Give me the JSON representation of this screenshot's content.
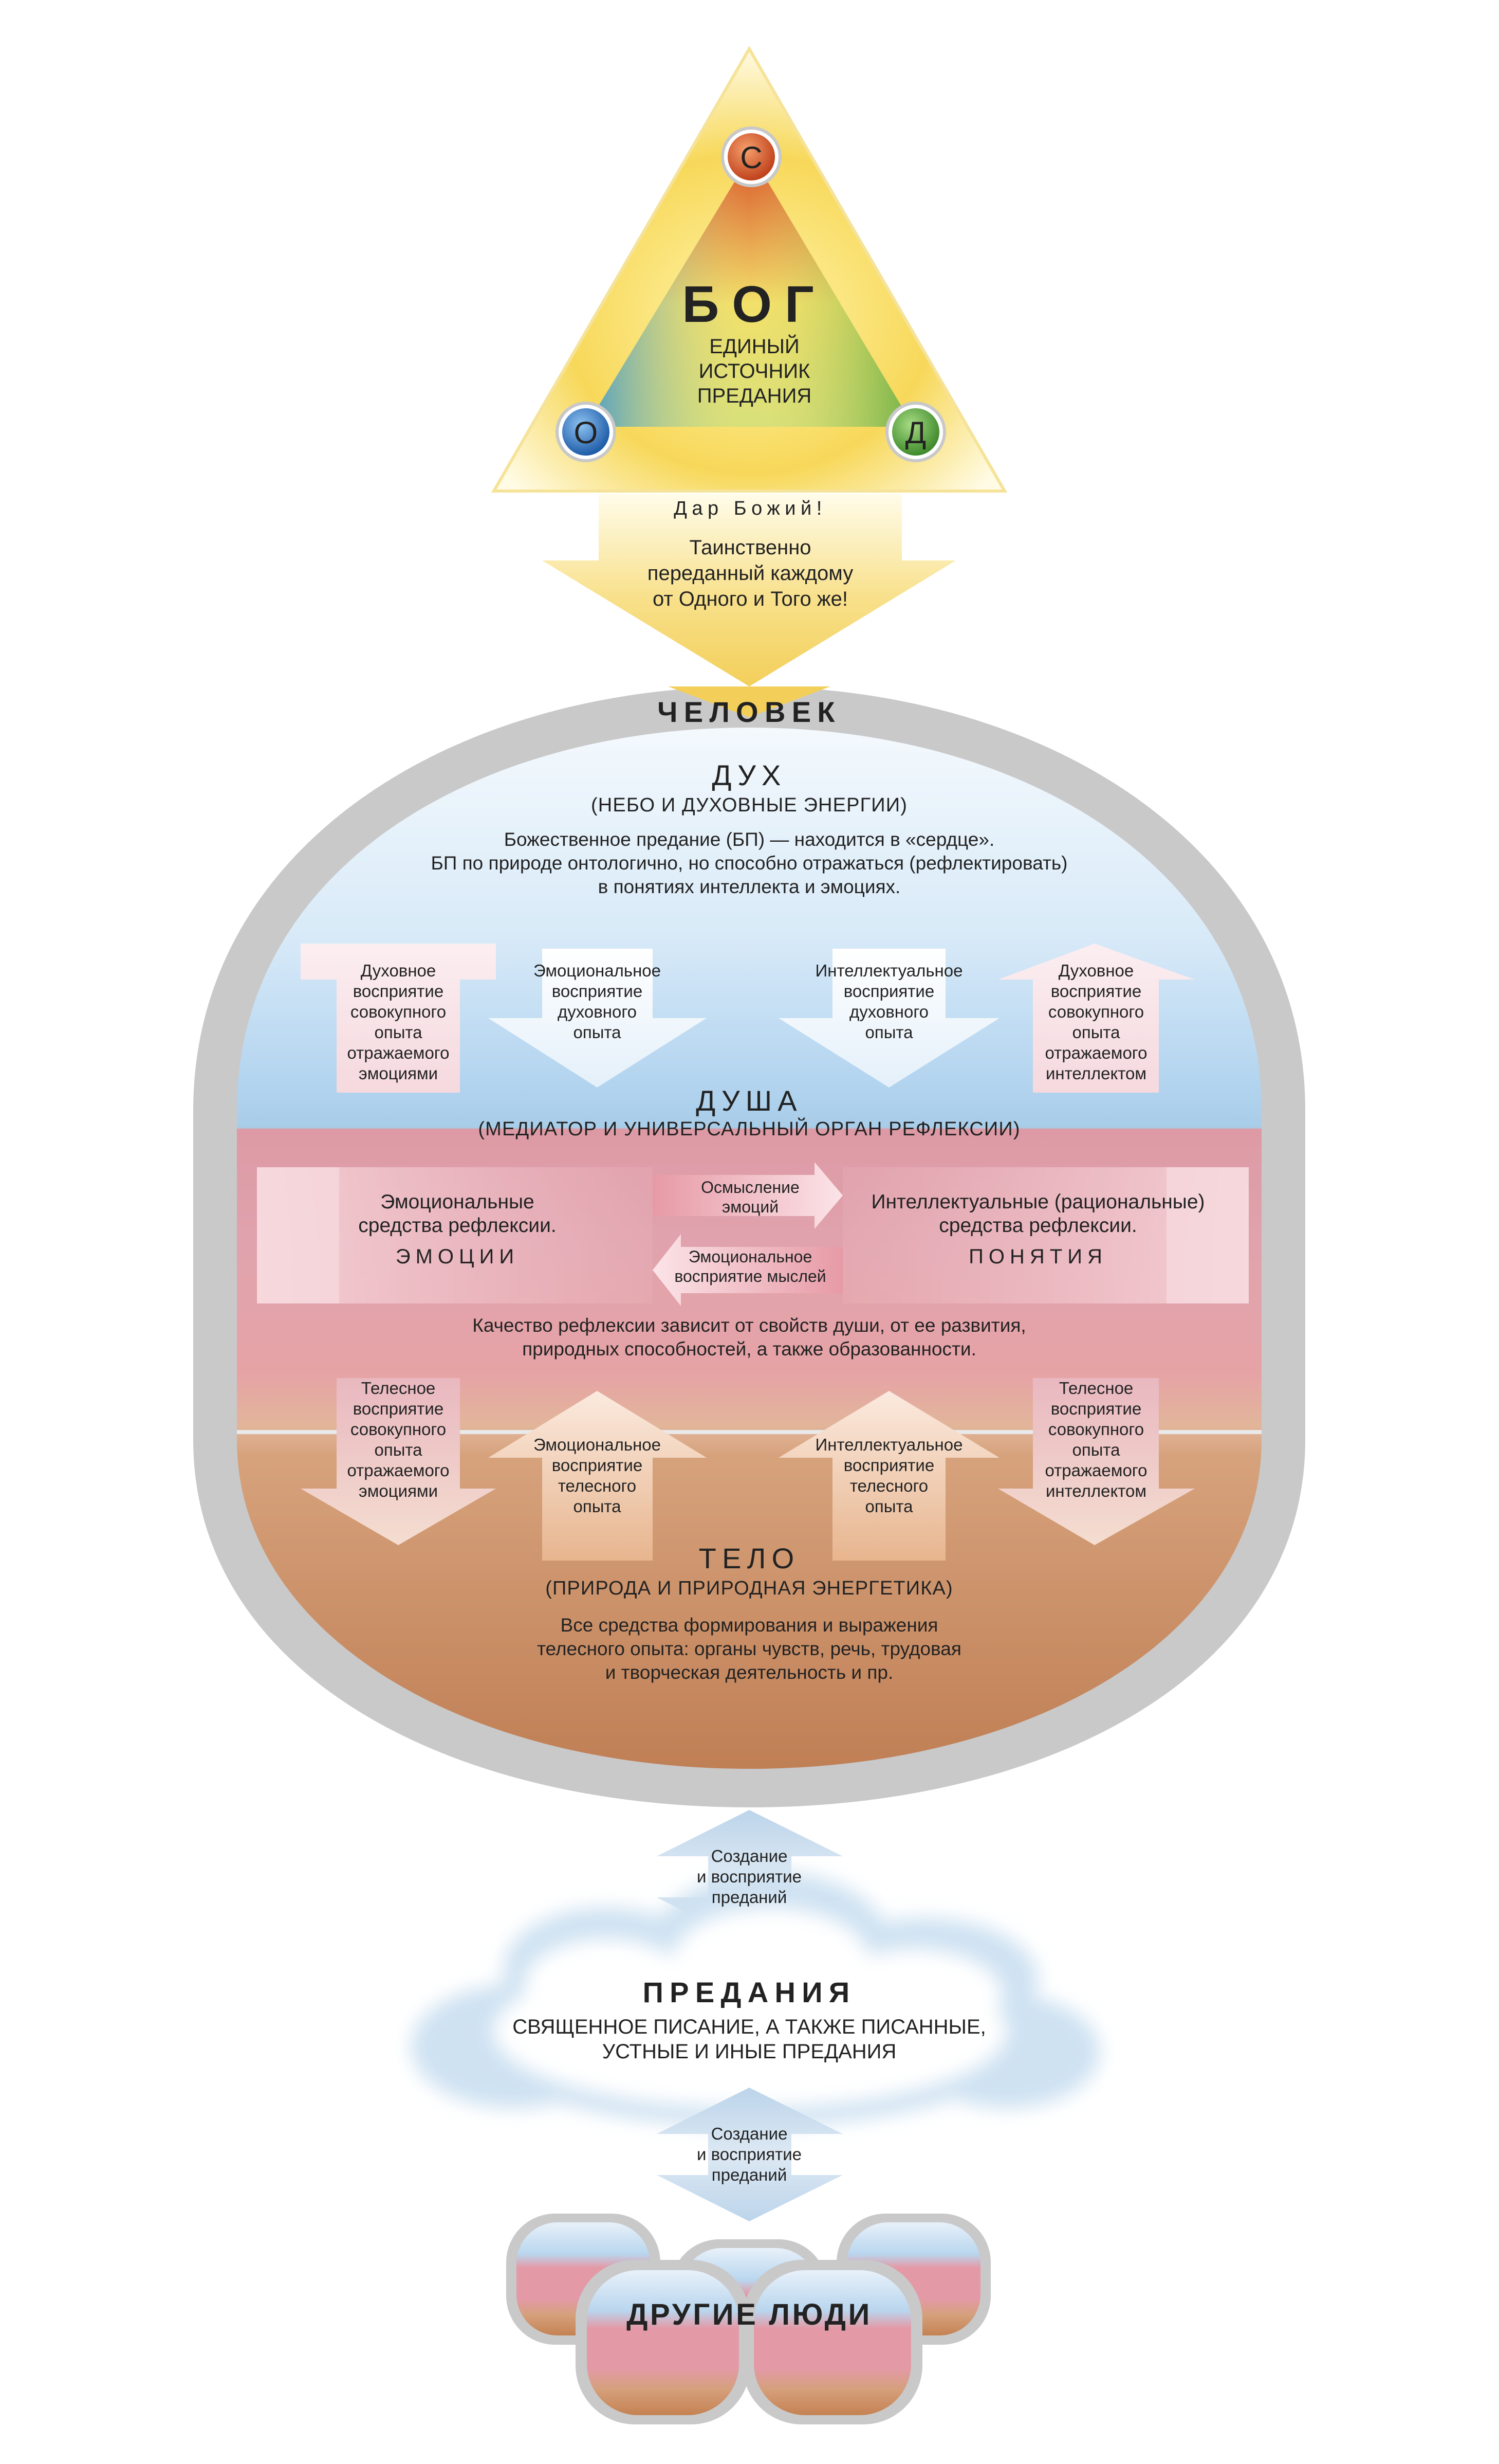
{
  "trinity": {
    "vertex_top": "С",
    "vertex_left": "О",
    "vertex_right": "Д",
    "title": "БОГ",
    "subtitle": "ЕДИНЫЙ\nИСТОЧНИК\nПРЕДАНИЯ"
  },
  "gift": {
    "label": "Дар Божий!",
    "text": "Таинственно\nпереданный каждому\nот Одного и Того же!"
  },
  "person": {
    "title": "ЧЕЛОВЕК"
  },
  "spirit": {
    "title": "ДУХ",
    "subtitle": "(НЕБО И ДУХОВНЫЕ ЭНЕРГИИ)",
    "text": "Божественное предание (БП) — находится в «сердце».\nБП по природе онтологично, но способно отражаться (рефлектировать)\nв понятиях интеллекта и эмоциях.",
    "arrows": [
      "Духовное\nвосприятие\nсовокупного\nопыта\nотражаемого\nэмоциями",
      "Эмоциональное\nвосприятие\nдуховного\nопыта",
      "Интеллектуальное\nвосприятие\nдуховного\nопыта",
      "Духовное\nвосприятие\nсовокупного\nопыта\nотражаемого\nинтеллектом"
    ]
  },
  "soul": {
    "title": "ДУША",
    "subtitle": "(МЕДИАТОР И УНИВЕРСАЛЬНЫЙ ОРГАН РЕФЛЕКСИИ)",
    "emotions_text": "Эмоциональные\nсредства рефлексии.",
    "emotions_title": "ЭМОЦИИ",
    "concepts_text": "Интеллектуальные (рациональные)\nсредства рефлексии.",
    "concepts_title": "ПОНЯТИЯ",
    "arrow_right": "Осмысление\nэмоций",
    "arrow_left": "Эмоциональное\nвосприятие мыслей",
    "text": "Качество рефлексии зависит от свойств души, от ее развития,\nприродных способностей, а также образованности."
  },
  "body": {
    "title": "ТЕЛО",
    "subtitle": "(ПРИРОДА И ПРИРОДНАЯ ЭНЕРГЕТИКА)",
    "text": "Все средства формирования и выражения\nтелесного опыта: органы чувств, речь, трудовая\nи творческая деятельность и пр.",
    "arrows": [
      "Телесное\nвосприятие\nсовокупного\nопыта\nотражаемого\nэмоциями",
      "Эмоциональное\nвосприятие\nтелесного\nопыта",
      "Интеллектуальное\nвосприятие\nтелесного\nопыта",
      "Телесное\nвосприятие\nсовокупного\nопыта\nотражаемого\nинтеллектом"
    ]
  },
  "exchange_top": "Создание\nи восприятие\nпреданий",
  "traditions": {
    "title": "ПРЕДАНИЯ",
    "text": "СВЯЩЕННОЕ ПИСАНИЕ, А ТАКЖЕ ПИСАННЫЕ,\nУСТНЫЕ И ИНЫЕ ПРЕДАНИЯ"
  },
  "exchange_bottom": "Создание\nи восприятие\nпреданий",
  "others": {
    "title": "ДРУГИЕ ЛЮДИ"
  },
  "colors": {
    "spirit_sky": "#cfe5f7",
    "soul": "#e39ca8",
    "body": "#c6875f",
    "frame_gray": "#c9c9ca",
    "gold": "#f1cf55",
    "vertex_son": "#d9542b",
    "vertex_father": "#2f6fc2",
    "vertex_spirit": "#4f9e3c"
  }
}
